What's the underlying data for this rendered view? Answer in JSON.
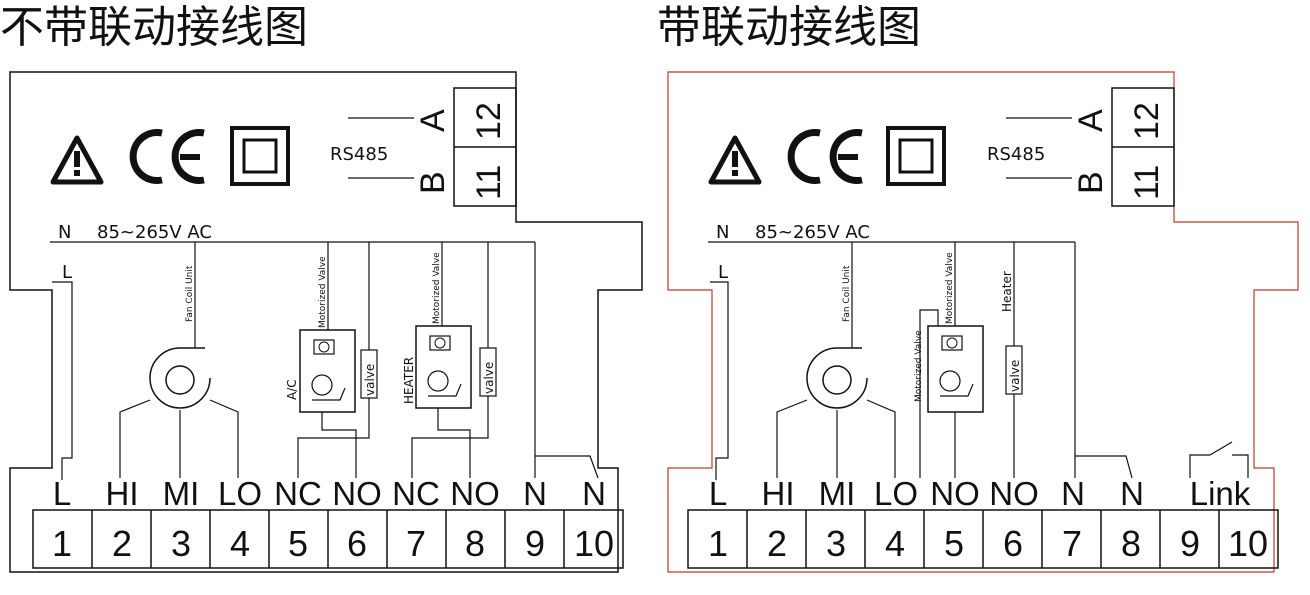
{
  "left": {
    "title": "不带联动接线图",
    "rs485": {
      "label": "RS485",
      "a": "A",
      "b": "B",
      "t12": "12",
      "t11": "11"
    },
    "supply": {
      "n": "N",
      "voltage": "85~265V AC",
      "l": "L"
    },
    "components": {
      "fan": "Fan Coil Unit",
      "ac_valve": "Motorized Valve",
      "ac_label": "A/C",
      "ac_valve_box": "valve",
      "heat_valve": "Motorized Valve",
      "heat_label": "HEATER",
      "heat_valve_box": "valve"
    },
    "terminal_names": [
      "L",
      "HI",
      "MI",
      "LO",
      "NC",
      "NO",
      "NC",
      "NO",
      "N",
      "N"
    ],
    "terminal_numbers": [
      "1",
      "2",
      "3",
      "4",
      "5",
      "6",
      "7",
      "8",
      "9",
      "10"
    ]
  },
  "right": {
    "title": "带联动接线图",
    "rs485": {
      "label": "RS485",
      "a": "A",
      "b": "B",
      "t12": "12",
      "t11": "11"
    },
    "supply": {
      "n": "N",
      "voltage": "85~265V AC",
      "l": "L"
    },
    "components": {
      "fan": "Fan Coil Unit",
      "valve_top": "Motorized Valve",
      "valve_side": "Motorized Valve",
      "heater": "Heater",
      "heater_valve_box": "valve"
    },
    "terminal_names": [
      "L",
      "HI",
      "MI",
      "LO",
      "NO",
      "NO",
      "N",
      "N",
      "Link"
    ],
    "terminal_numbers": [
      "1",
      "2",
      "3",
      "4",
      "5",
      "6",
      "7",
      "8",
      "9",
      "10"
    ]
  },
  "colors": {
    "line": "#111111",
    "right_outline": "#c0392b"
  }
}
